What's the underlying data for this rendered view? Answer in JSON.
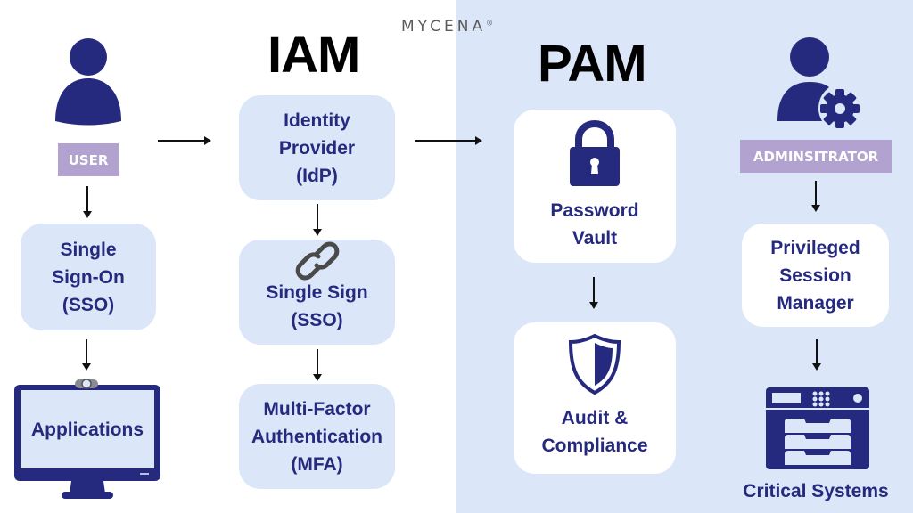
{
  "brand": {
    "name": "MYCENA",
    "mark": "®"
  },
  "colors": {
    "navy": "#262a7e",
    "light_blue": "#dbe6f8",
    "tag_purple": "#b2a2cf",
    "arrow": "#111111",
    "link_icon": "#4a4a4a"
  },
  "sections": {
    "iam": {
      "title": "IAM"
    },
    "pam": {
      "title": "PAM"
    }
  },
  "user_column": {
    "icon": "user-icon",
    "tag": "USER",
    "sso_box": "Single\nSign-On\n(SSO)",
    "applications": {
      "icon": "monitor-icon",
      "label": "Applications"
    }
  },
  "iam_column": {
    "idp_box": "Identity\nProvider\n(IdP)",
    "sso_box": {
      "icon": "link-icon",
      "label": "Single Sign\n(SSO)"
    },
    "mfa_box": "Multi-Factor\nAuthentication\n(MFA)"
  },
  "pam_column": {
    "vault_box": {
      "icon": "lock-icon",
      "label": "Password\nVault"
    },
    "audit_box": {
      "icon": "shield-icon",
      "label": "Audit &\nCompliance"
    }
  },
  "admin_column": {
    "icon": "admin-gear-icon",
    "tag": "ADMINSITRATOR",
    "psm_box": "Privileged\nSession\nManager",
    "critical_systems": {
      "icon": "server-icon",
      "label": "Critical Systems"
    }
  }
}
